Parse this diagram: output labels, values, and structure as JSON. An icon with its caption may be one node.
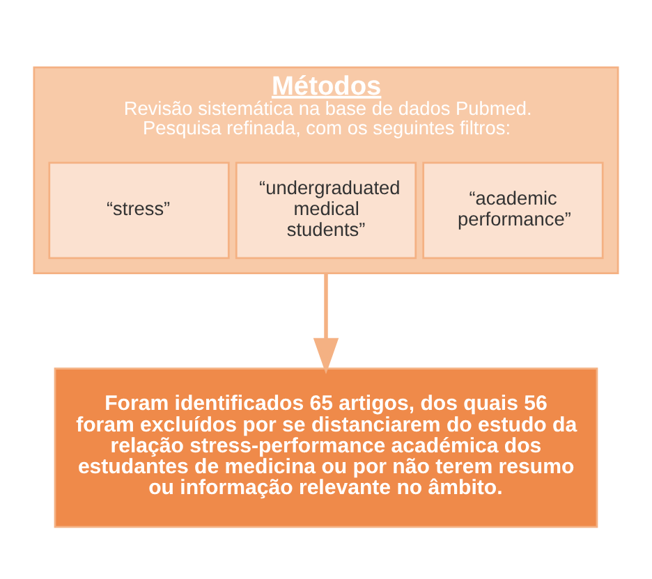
{
  "diagram": {
    "nodes": [
      {
        "text": [
          "Métodos",
          "Revisão sistemática na base de dados Pubmed. Pesquisa refinada, com os seguintes filtros:"
        ]
      },
      {
        "text": [
          "“stress”"
        ],
        "in": 0
      },
      {
        "text": [
          "“undergraduated medical students”"
        ],
        "in": 0
      },
      {
        "text": [
          "“academic performance”"
        ],
        "in": 0
      },
      {
        "text": [
          "Foram identificados 65 artigos, dos quais 56 foram excluídos por se distanciarem do estudo da relação stress-performance académica dos estudantes de medicina ou por não terem resumo ou informação relevante no âmbito."
        ]
      }
    ],
    "edges": [
      {
        "from": 0,
        "to": 4,
        "arrow": "to"
      }
    ]
  }
}
